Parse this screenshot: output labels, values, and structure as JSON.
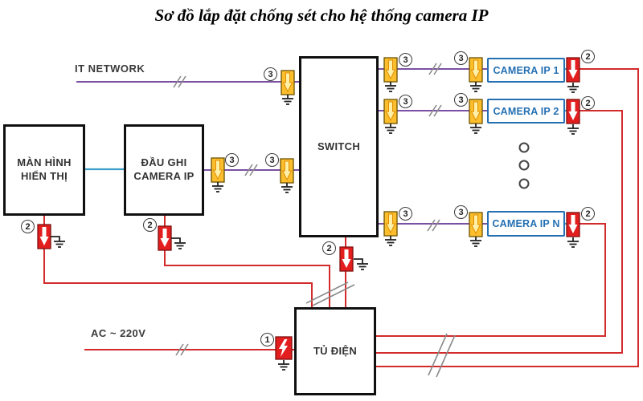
{
  "title": "Sơ đồ lắp đặt chống sét cho hệ thống camera IP",
  "labels": {
    "it_network": "IT NETWORK",
    "ac_power": "AC ~ 220V"
  },
  "boxes": {
    "monitor_line1": "MÀN HÌNH",
    "monitor_line2": "HIỂN THỊ",
    "recorder_line1": "ĐẦU GHI",
    "recorder_line2": "CAMERA IP",
    "switch": "SWITCH",
    "cabinet": "TỦ ĐIỆN",
    "camera1": "CAMERA IP 1",
    "camera2": "CAMERA IP 2",
    "cameraN": "CAMERA IP N"
  },
  "markers": {
    "one": "1",
    "two": "2",
    "three": "3"
  },
  "colors": {
    "network_line": "#7B50A2",
    "video_link_line": "#3E9FCB",
    "power_line": "#D32B2B",
    "surge_device_yellow": "#FCBE2D",
    "surge_device_red": "#E31E1E",
    "camera_box_blue": "#2470B3"
  }
}
